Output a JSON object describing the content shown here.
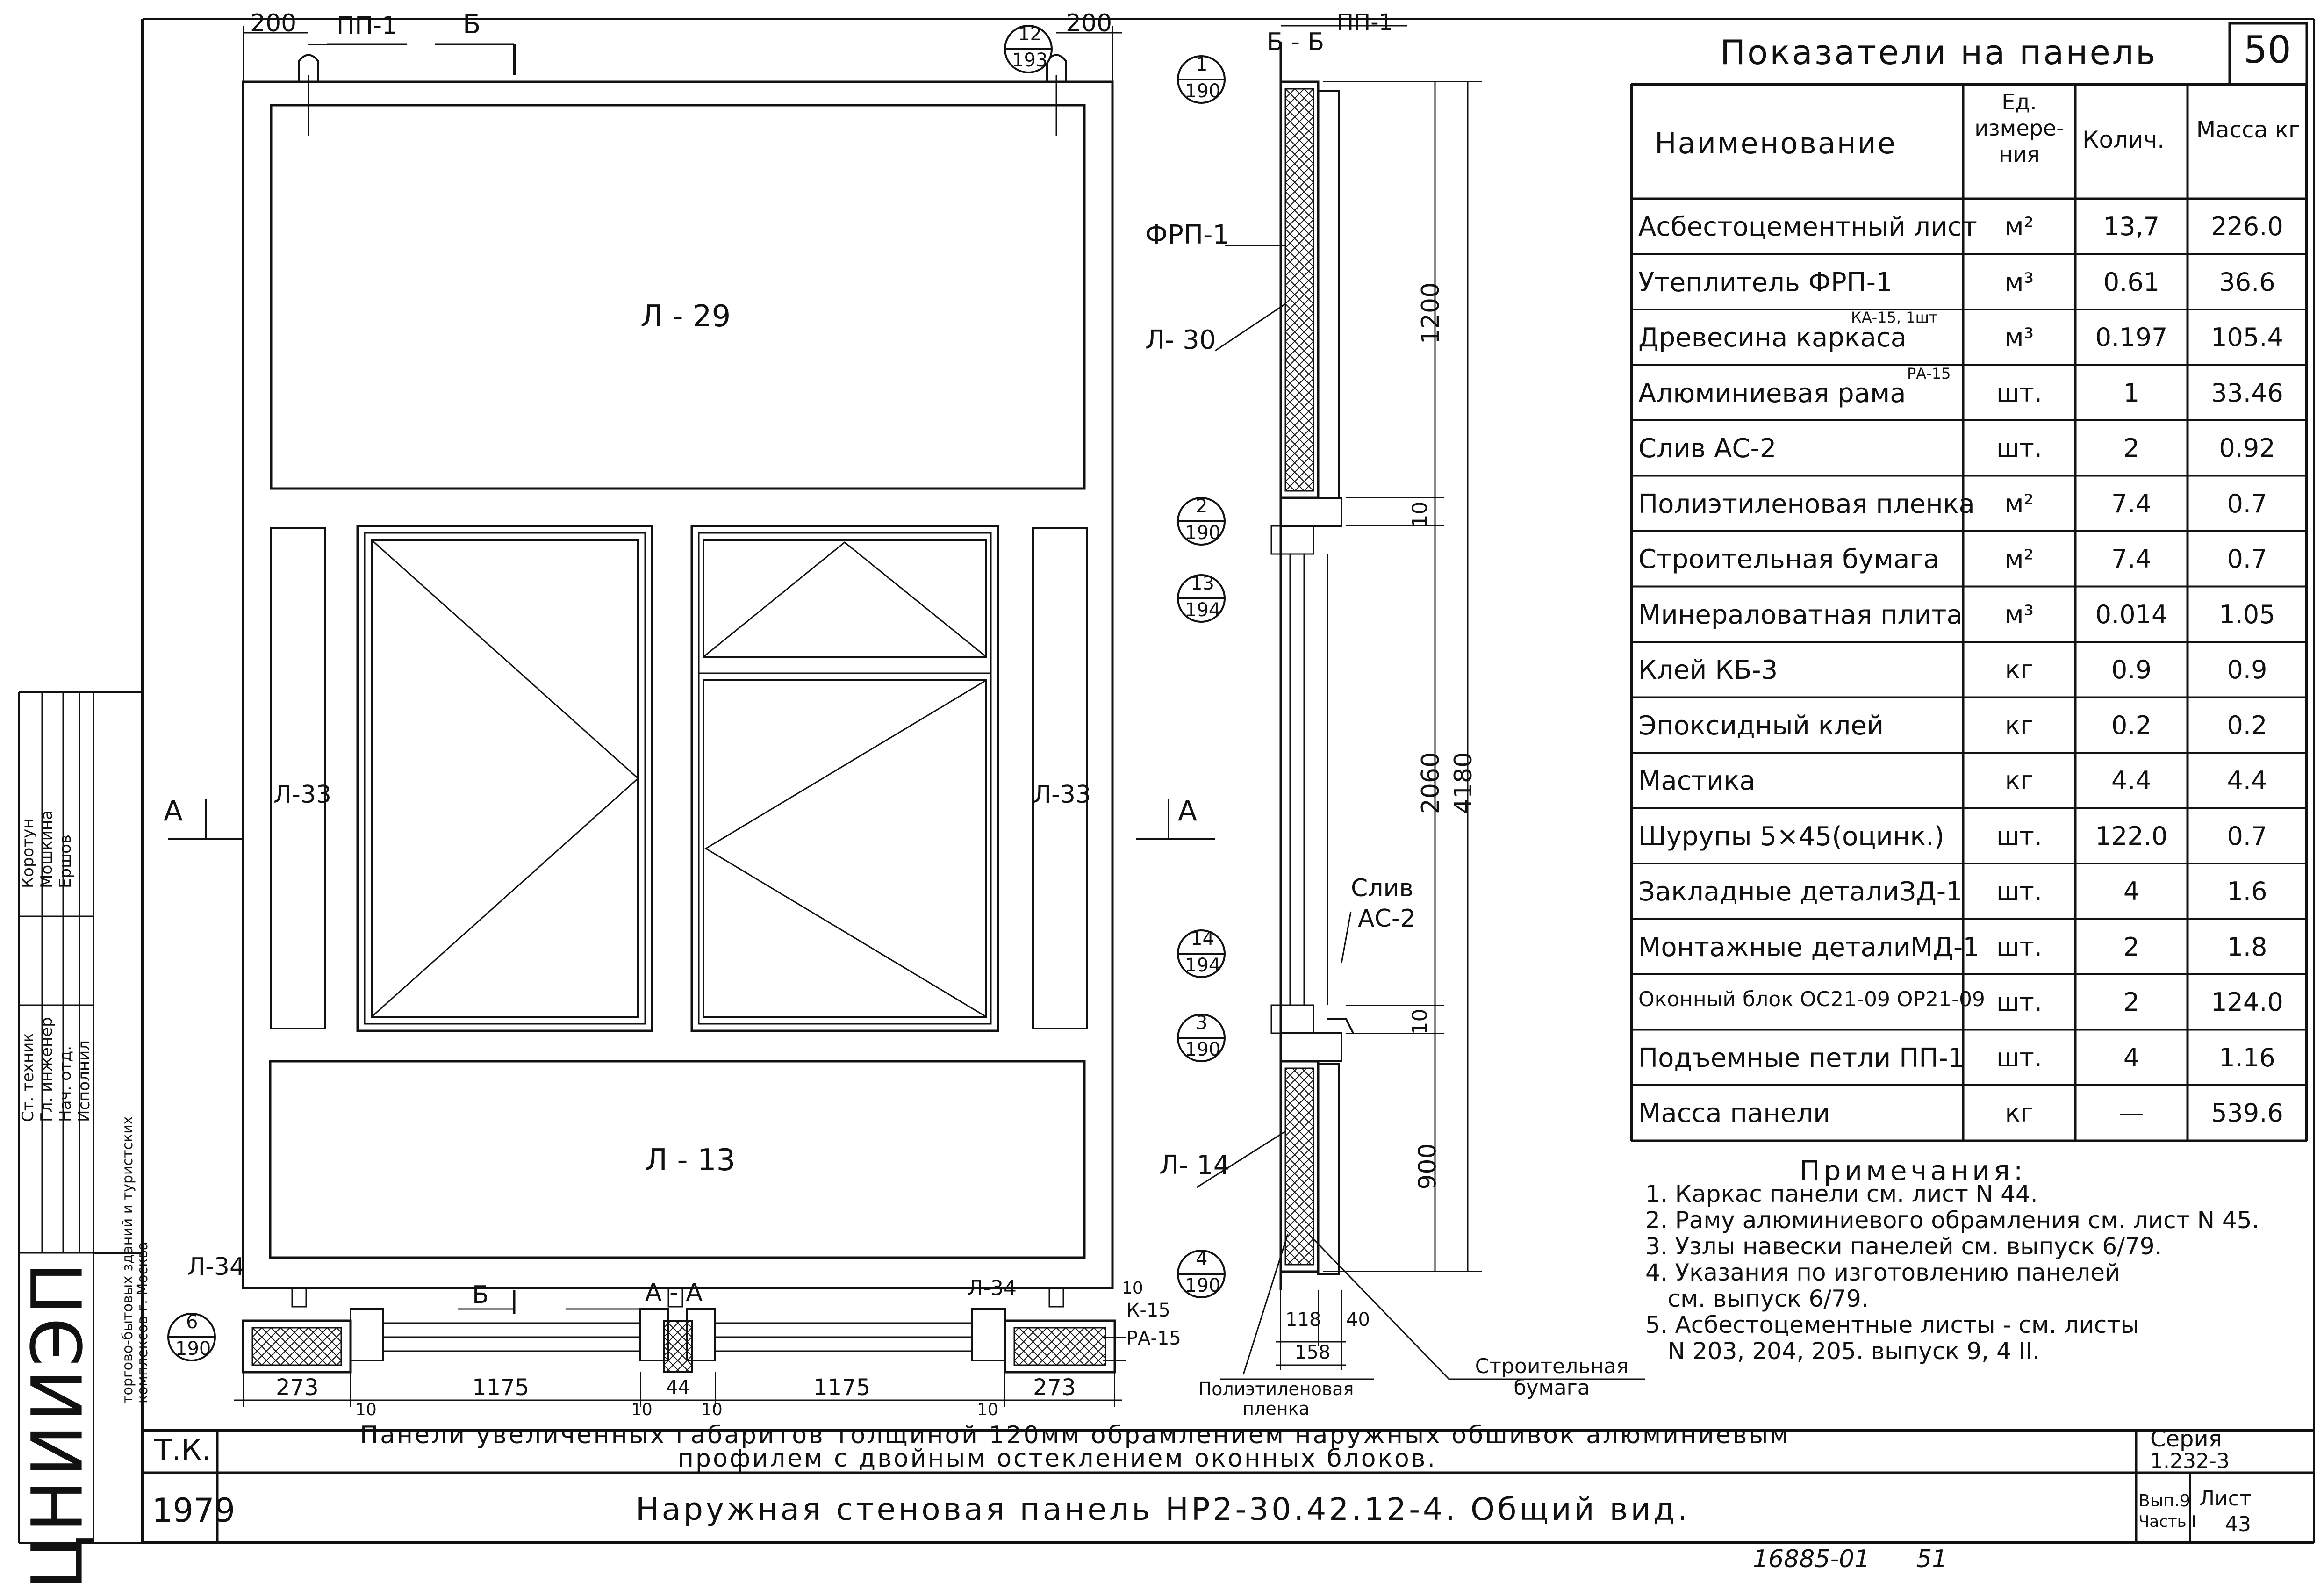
{
  "sheet": {
    "page_number": "50",
    "stamp_number": "16885-01",
    "stamp_page": "51"
  },
  "labels": {
    "top_dim_left": "200",
    "top_dim_right": "200",
    "pp1_left": "ПП-1",
    "section_b_top": "Б",
    "callout_12": {
      "top": "12",
      "bottom": "193"
    },
    "callout_1": {
      "top": "1",
      "bottom": "190"
    },
    "callout_2": {
      "top": "2",
      "bottom": "190"
    },
    "callout_13": {
      "top": "13",
      "bottom": "194"
    },
    "callout_14": {
      "top": "14",
      "bottom": "194"
    },
    "callout_3": {
      "top": "3",
      "bottom": "190"
    },
    "callout_4": {
      "top": "4",
      "bottom": "190"
    },
    "callout_6": {
      "top": "6",
      "bottom": "190"
    },
    "l29": "Л - 29",
    "l33_left": "Л-33",
    "l33_right": "Л-33",
    "l13": "Л - 13",
    "l34_left": "Л-34",
    "l34_right": "Л-34",
    "arrow_a_left": "А",
    "arrow_a_right": "А",
    "section_bb": "Б - Б",
    "pp1_section": "ПП-1",
    "frp1": "ФРП-1",
    "l30": "Л- 30",
    "l14": "Л- 14",
    "sliv": "Слив",
    "sliv_ac2": "АС-2",
    "dim_1200": "1200",
    "dim_10a": "10",
    "dim_2060": "2060",
    "dim_4180": "4180",
    "dim_10b": "10",
    "dim_900": "900",
    "dim_118": "118",
    "dim_40": "40",
    "dim_158": "158",
    "polyethylene_film": "Полиэтиленовая пленка",
    "building_paper": "Строительная бумага",
    "section_aa": "А - А",
    "section_b_bottom": "Б",
    "dim_273_left": "273",
    "dim_10_1": "10",
    "dim_1175_left": "1175",
    "dim_10_2": "10",
    "dim_44": "44",
    "dim_10_3": "10",
    "dim_1175_right": "1175",
    "dim_10_4": "10",
    "dim_273_right": "273",
    "dim_10_top": "10",
    "k15": "К-15",
    "pa15": "РА-15"
  },
  "table": {
    "title": "Показатели на панель",
    "headers": [
      "Наименование",
      "Ед. измере-ния",
      "Колич.",
      "Масса кг"
    ],
    "rows": [
      [
        "Асбестоцементный лист",
        "м²",
        "13,7",
        "226.0"
      ],
      [
        "Утеплитель ФРП-1",
        "м³",
        "0.61",
        "36.6"
      ],
      [
        "Древесина каркаса",
        "м³",
        "0.197",
        "105.4"
      ],
      [
        "Алюминиевая рама",
        "шт.",
        "1",
        "33.46"
      ],
      [
        "Слив АС-2",
        "шт.",
        "2",
        "0.92"
      ],
      [
        "Полиэтиленовая пленка",
        "м²",
        "7.4",
        "0.7"
      ],
      [
        "Строительная бумага",
        "м²",
        "7.4",
        "0.7"
      ],
      [
        "Минераловатная плита",
        "м³",
        "0.014",
        "1.05"
      ],
      [
        "Клей КБ-3",
        "кг",
        "0.9",
        "0.9"
      ],
      [
        "Эпоксидный клей",
        "кг",
        "0.2",
        "0.2"
      ],
      [
        "Мастика",
        "кг",
        "4.4",
        "4.4"
      ],
      [
        "Шурупы 5×45(оцинк.)",
        "шт.",
        "122.0",
        "0.7"
      ],
      [
        "Закладные деталиЗД-1",
        "шт.",
        "4",
        "1.6"
      ],
      [
        "Монтажные деталиМД-1",
        "шт.",
        "2",
        "1.8"
      ],
      [
        "Оконный блок ОС21-09 ОР21-09",
        "шт.",
        "2",
        "124.0"
      ],
      [
        "Подъемные петли ПП-1",
        "шт.",
        "4",
        "1.16"
      ],
      [
        "Масса панели",
        "кг",
        "—",
        "539.6"
      ]
    ],
    "row3_note": "КА-15, 1шт",
    "row4_note": "РА-15"
  },
  "notes": {
    "heading": "Примечания:",
    "items": [
      "1. Каркас панели см. лист N 44.",
      "2. Раму алюминиевого обрамления см. лист N 45.",
      "3. Узлы навески панелей см. выпуск 6/79.",
      "4. Указания по изготовлению панелей",
      "   см. выпуск 6/79.",
      "5. Асбестоцементные листы - см. листы",
      "   N 203, 204, 205. выпуск 9, 4 II."
    ]
  },
  "stamp_left": {
    "org": "ЦНИИЭП",
    "subtitle": "торгово-бытовых зданий и туристских комплексов г. Москва",
    "rows": [
      "Ст. техник",
      "Гл. инженер",
      "Нач. отд.",
      "Исполнил"
    ],
    "names": [
      "Коротун",
      "Мошкина",
      "Ершов",
      ""
    ]
  },
  "title_block": {
    "code_left": "Т.К.",
    "year": "1979",
    "description_line1": "Панели увеличенных габаритов толщиной 120мм обрамлением наружных обшивок алюминиевым",
    "description_line2": "профилем с двойным остеклением оконных блоков.",
    "title": "Наружная стеновая панель НР2-30.42.12-4. Общий вид.",
    "series_label": "Серия",
    "series_value": "1.232-3",
    "issue_label": "Вып.9",
    "part_label": "Часть I",
    "sheet_label": "Лист",
    "sheet_value": "43"
  }
}
